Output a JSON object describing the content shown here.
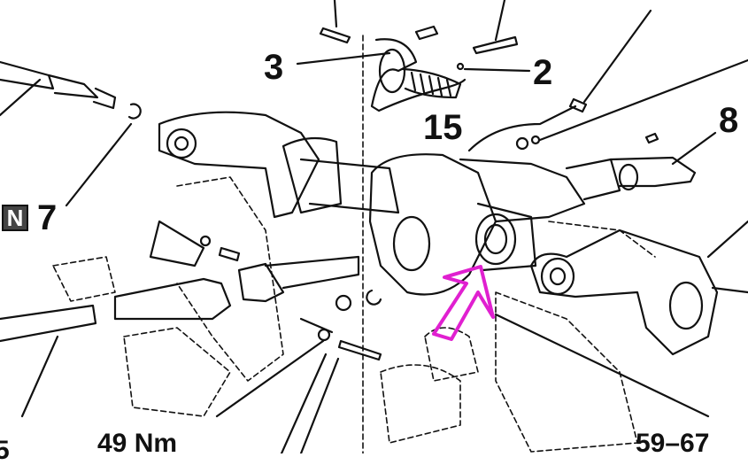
{
  "diagram": {
    "type": "exploded-view",
    "subject": "rear axle / differential assembly",
    "callouts": [
      {
        "id": "c3",
        "label": "3"
      },
      {
        "id": "c2",
        "label": "2"
      },
      {
        "id": "c15",
        "label": "15"
      },
      {
        "id": "c8",
        "label": "8"
      },
      {
        "id": "c7",
        "label": "7"
      }
    ],
    "badge": {
      "label": "N"
    },
    "torque_labels": [
      {
        "id": "t1",
        "label": "49 Nm"
      },
      {
        "id": "t2",
        "label": "59–67"
      }
    ],
    "partial_label": {
      "label": "5"
    },
    "highlight_arrow": {
      "color": "#e020d0",
      "points_to": "differential housing"
    }
  }
}
